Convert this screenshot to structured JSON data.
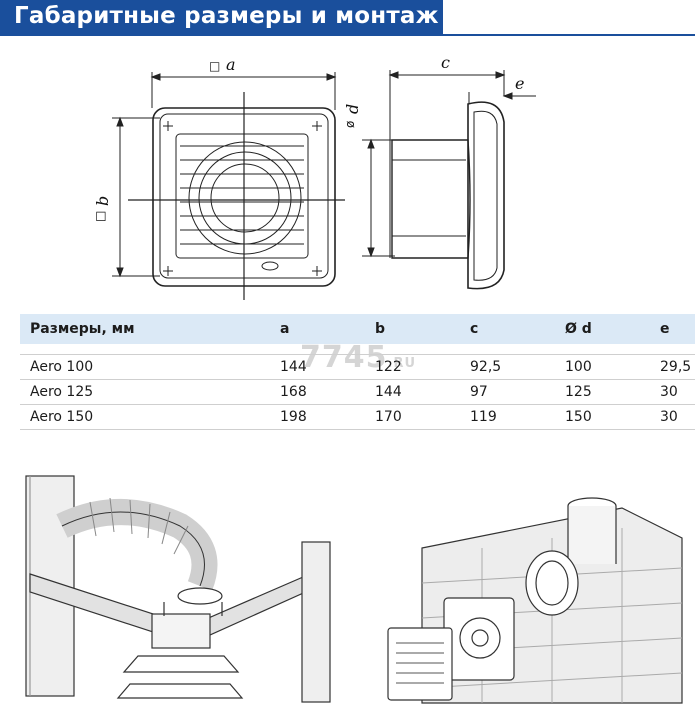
{
  "header": {
    "title": "Габаритные размеры и монтаж"
  },
  "diagram": {
    "label_a": "a",
    "label_b": "b",
    "label_c": "c",
    "label_d": "d",
    "label_e": "e"
  },
  "watermark": {
    "text": "7745",
    "suffix": ".RU"
  },
  "table": {
    "headers": [
      "Размеры, мм",
      "a",
      "b",
      "c",
      "Ø d",
      "e"
    ],
    "rows": [
      [
        "Aero 100",
        "144",
        "122",
        "92,5",
        "100",
        "29,5"
      ],
      [
        "Aero 125",
        "168",
        "144",
        "97",
        "125",
        "30"
      ],
      [
        "Aero 150",
        "198",
        "170",
        "119",
        "150",
        "30"
      ]
    ]
  },
  "colors": {
    "brand": "#1a4f9c",
    "table_header": "#dbe9f6"
  }
}
